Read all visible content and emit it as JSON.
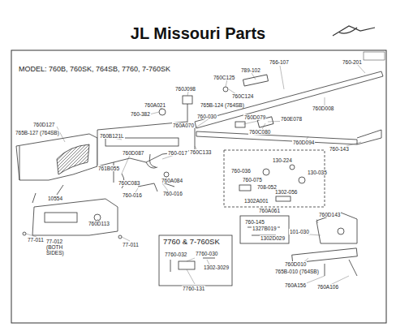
{
  "diagram": {
    "title": "JL Missouri Parts",
    "labels": [
      "MODEL: 760B, 760SK, 764SB, 7760, 7-760SK",
      "760-201",
      "766-107",
      "789-102",
      "760C125",
      "760J098",
      "760C124",
      "765B-124 (764SB)",
      "760A021",
      "760-382",
      "760-030",
      "760A070",
      "760D079",
      "760C080",
      "760E078",
      "760D008",
      "760D094",
      "760-143",
      "760D127",
      "765B-127 (764SB)",
      "760B121L",
      "760D087",
      "761B055",
      "760C083",
      "760-016",
      "760-017",
      "760C133",
      "760A084",
      "760-016",
      "10554",
      "77-011",
      "760D113",
      "77-012 (BOTH SIDES)",
      "77-011",
      "760-036",
      "760-075",
      "130-224",
      "130-035",
      "708-052",
      "1302-056",
      "1302A001",
      "760A061",
      "760-145",
      "1327B019",
      "1302D029",
      "760D143",
      "101-030",
      "760D010",
      "765B-010 (764SB)",
      "760A156",
      "760A106",
      "7760 & 7-760SK",
      "7760-032",
      "7760-030",
      "1302-3029",
      "7760-131"
    ]
  }
}
